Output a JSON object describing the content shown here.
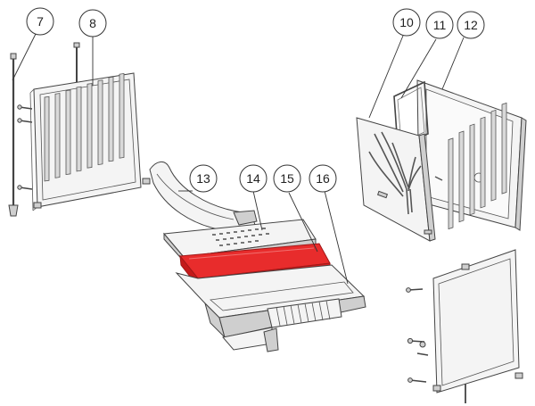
{
  "callouts": [
    {
      "id": "c7",
      "label": "7"
    },
    {
      "id": "c8",
      "label": "8"
    },
    {
      "id": "c10",
      "label": "10"
    },
    {
      "id": "c11",
      "label": "11"
    },
    {
      "id": "c12",
      "label": "12"
    },
    {
      "id": "c13",
      "label": "13"
    },
    {
      "id": "c14",
      "label": "14"
    },
    {
      "id": "c15",
      "label": "15"
    },
    {
      "id": "c16",
      "label": "16"
    }
  ],
  "colors": {
    "highlight": "#e82c2c",
    "line": "#444444",
    "part_fill": "#f4f4f4"
  },
  "highlighted_part": "15"
}
